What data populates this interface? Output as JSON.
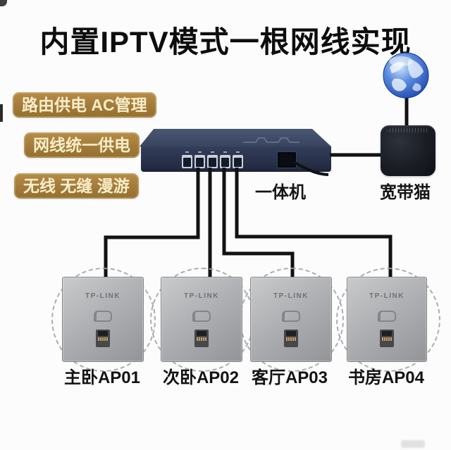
{
  "title": "内置IPTV模式一根网线实现",
  "features": [
    {
      "label": "路由供电 AC管理"
    },
    {
      "label": "网线统一供电"
    },
    {
      "label": "无线 无缝 漫游"
    }
  ],
  "router": {
    "label": "一体机",
    "port_count": 5
  },
  "modem": {
    "label": "宽带猫"
  },
  "internet": {
    "icon": "globe-icon"
  },
  "aps": [
    {
      "brand": "TP-LINK",
      "label": "主卧AP01"
    },
    {
      "brand": "TP-LINK",
      "label": "次卧AP02"
    },
    {
      "brand": "TP-LINK",
      "label": "客厅AP03"
    },
    {
      "brand": "TP-LINK",
      "label": "书房AP04"
    }
  ],
  "colors": {
    "title_text": "#0d0d0d",
    "badge_bg": "#a37a3a",
    "badge_text": "#f7eec9",
    "router_body": "#2c3650",
    "cable": "#121212",
    "ap_face": "#b4b5b8",
    "globe_blue": "#2e62cf"
  }
}
